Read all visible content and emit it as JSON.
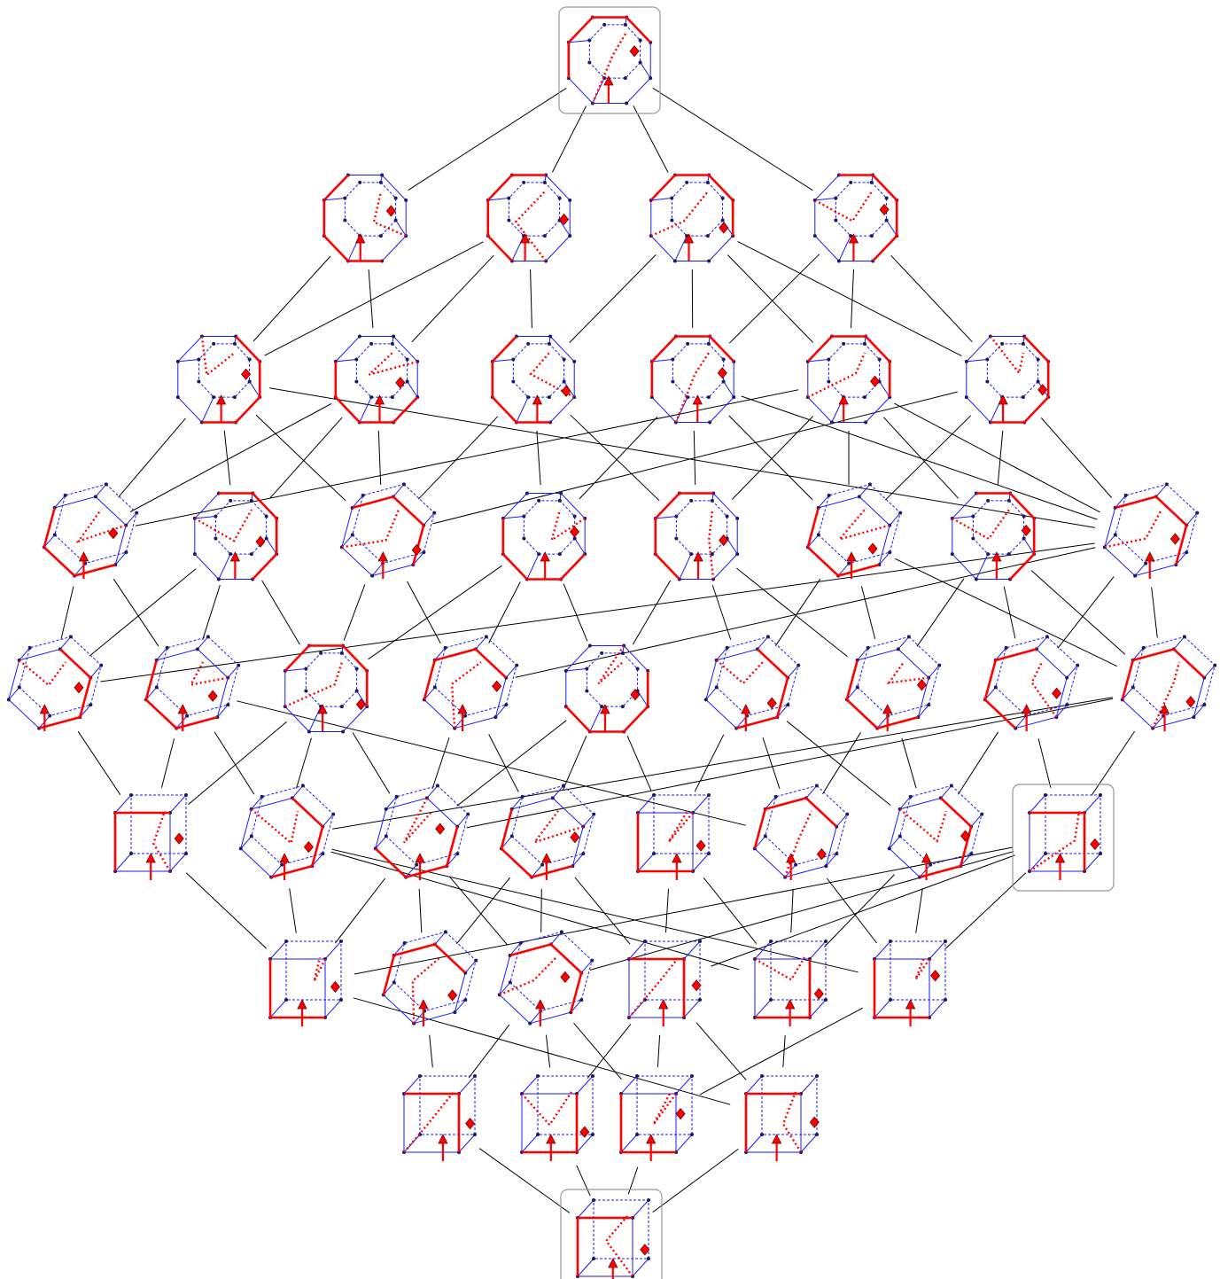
{
  "title": "",
  "colors": {
    "background": "#ffffff",
    "edge_line": "#000000",
    "polytope_blue": "#1a1aff",
    "highlight_red": "#ff0000",
    "vertex_dot": "#1a1a66",
    "frame": "#999999"
  },
  "diagram": {
    "type": "hasse-lattice-of-polytopes",
    "levels": [
      {
        "rank": 0,
        "count": 1,
        "framed": [
          0
        ]
      },
      {
        "rank": 1,
        "count": 4,
        "framed": []
      },
      {
        "rank": 2,
        "count": 6,
        "framed": []
      },
      {
        "rank": 3,
        "count": 8,
        "framed": []
      },
      {
        "rank": 4,
        "count": 9,
        "framed": []
      },
      {
        "rank": 5,
        "count": 8,
        "framed": [
          7
        ]
      },
      {
        "rank": 6,
        "count": 6,
        "framed": []
      },
      {
        "rank": 7,
        "count": 4,
        "framed": []
      },
      {
        "rank": 8,
        "count": 1,
        "framed": [
          0
        ]
      }
    ],
    "node_shapes": {
      "shape_legend": [
        "permutahedron",
        "hexagonal-prism",
        "cube"
      ],
      "marker_legend": [
        "triangle-arrow",
        "diamond"
      ]
    },
    "edges_count": 130
  }
}
